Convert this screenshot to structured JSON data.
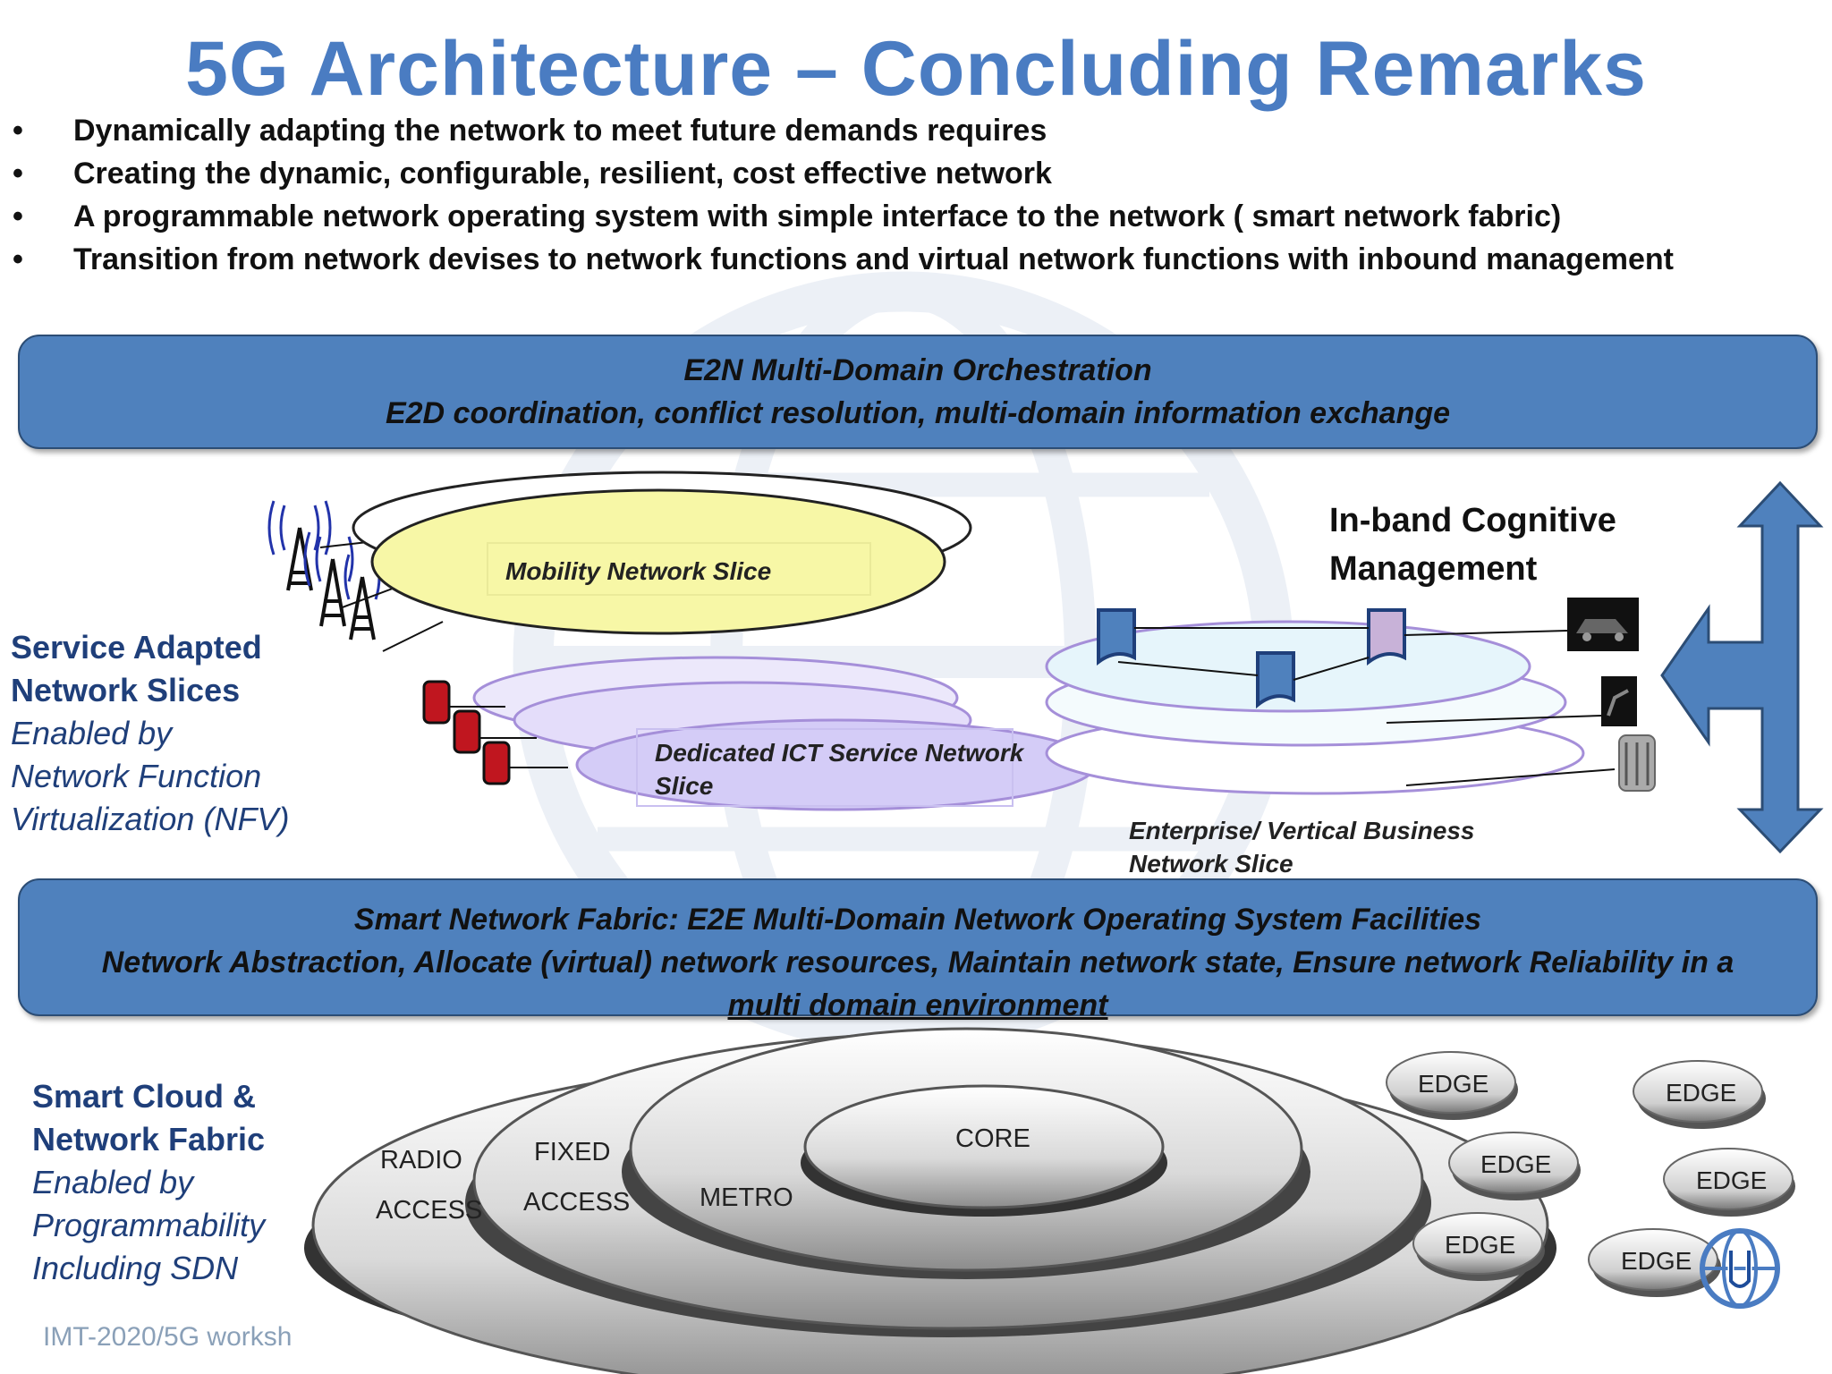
{
  "title": "5G Architecture – Concluding Remarks",
  "bullets": [
    "Dynamically adapting the network to meet future demands requires",
    "Creating the dynamic, configurable, resilient, cost effective network",
    "A programmable network operating system with simple interface to the network ( smart network fabric)",
    "Transition from network devises to network functions and virtual network functions with inbound management"
  ],
  "bullet_glyph": "•",
  "orchestration_band": {
    "line1": "E2N Multi-Domain Orchestration",
    "line2": "E2D coordination, conflict resolution, multi-domain information exchange"
  },
  "slices": {
    "mobility": "Mobility Network Slice",
    "ict_line1": "Dedicated ICT Service Network",
    "ict_line2": "Slice",
    "enterprise_line1": "Enterprise/ Vertical Business",
    "enterprise_line2": "Network Slice"
  },
  "cognitive": {
    "line1": "In-band Cognitive",
    "line2": "Management"
  },
  "service_label": {
    "bold1": "Service Adapted",
    "bold2": "Network Slices",
    "ital1": "Enabled by",
    "ital2": "Network Function",
    "ital3": "Virtualization (NFV)"
  },
  "fabric_band": {
    "line1": "Smart Network Fabric: E2E Multi-Domain Network Operating System Facilities",
    "line2": "Network Abstraction, Allocate (virtual) network resources, Maintain network state, Ensure network Reliability in a",
    "line3": "multi domain environment"
  },
  "cloud_label": {
    "bold1": "Smart Cloud &",
    "bold2": "Network Fabric",
    "ital1": "Enabled by",
    "ital2": "Programmability",
    "ital3": "Including SDN"
  },
  "rings": {
    "radio1": "RADIO",
    "radio2": "ACCESS",
    "fixed1": "FIXED",
    "fixed2": "ACCESS",
    "metro": "METRO",
    "core": "CORE"
  },
  "edges": [
    "EDGE",
    "EDGE",
    "EDGE",
    "EDGE",
    "EDGE",
    "EDGE"
  ],
  "footer": "IMT-2020/5G worksh",
  "colors": {
    "title": "#4a7cc2",
    "band": "#4f81bd",
    "label": "#1f3f7a",
    "mobility_slice": "#f7f7a6",
    "ict_slice": "#d4ccf7",
    "enterprise_slice": "#e6f5fb"
  }
}
